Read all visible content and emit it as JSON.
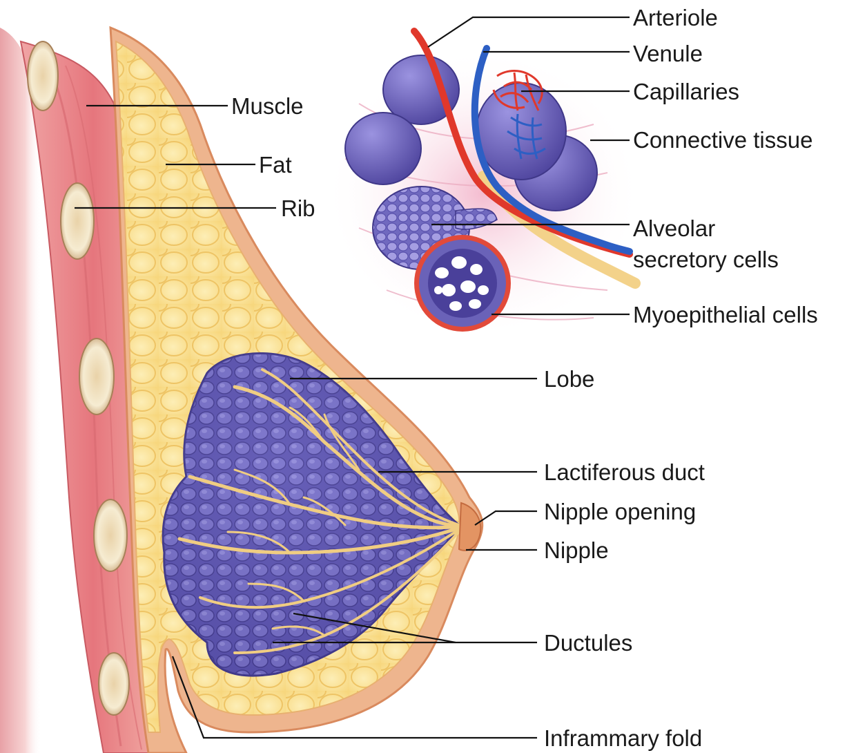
{
  "labels": {
    "muscle": "Muscle",
    "fat": "Fat",
    "rib": "Rib",
    "arteriole": "Arteriole",
    "venule": "Venule",
    "capillaries": "Capillaries",
    "connective_tissue": "Connective tissue",
    "alveolar_line1": "Alveolar",
    "alveolar_line2": "secretory cells",
    "myoepithelial": "Myoepithelial cells",
    "lobe": "Lobe",
    "lactiferous_duct": "Lactiferous duct",
    "nipple_opening": "Nipple opening",
    "nipple": "Nipple",
    "ductules": "Ductules",
    "inframmary_fold": "Inframmary fold"
  },
  "colors": {
    "skin": "#eeb58e",
    "skin_edge": "#d98a5e",
    "fat": "#fbe39a",
    "fat_lobule": "#f6cf6a",
    "muscle": "#e98a8e",
    "muscle_dark": "#cf5e66",
    "chest_wall": "#f6c6c6",
    "rib_bone": "#f3e6c6",
    "lobe_purple": "#6a62b8",
    "lobe_dark": "#3f3788",
    "duct_yellow": "#f3d28a",
    "artery_red": "#e0382b",
    "vein_blue": "#2d5fc4",
    "connective_pink": "#f6c9d4"
  }
}
